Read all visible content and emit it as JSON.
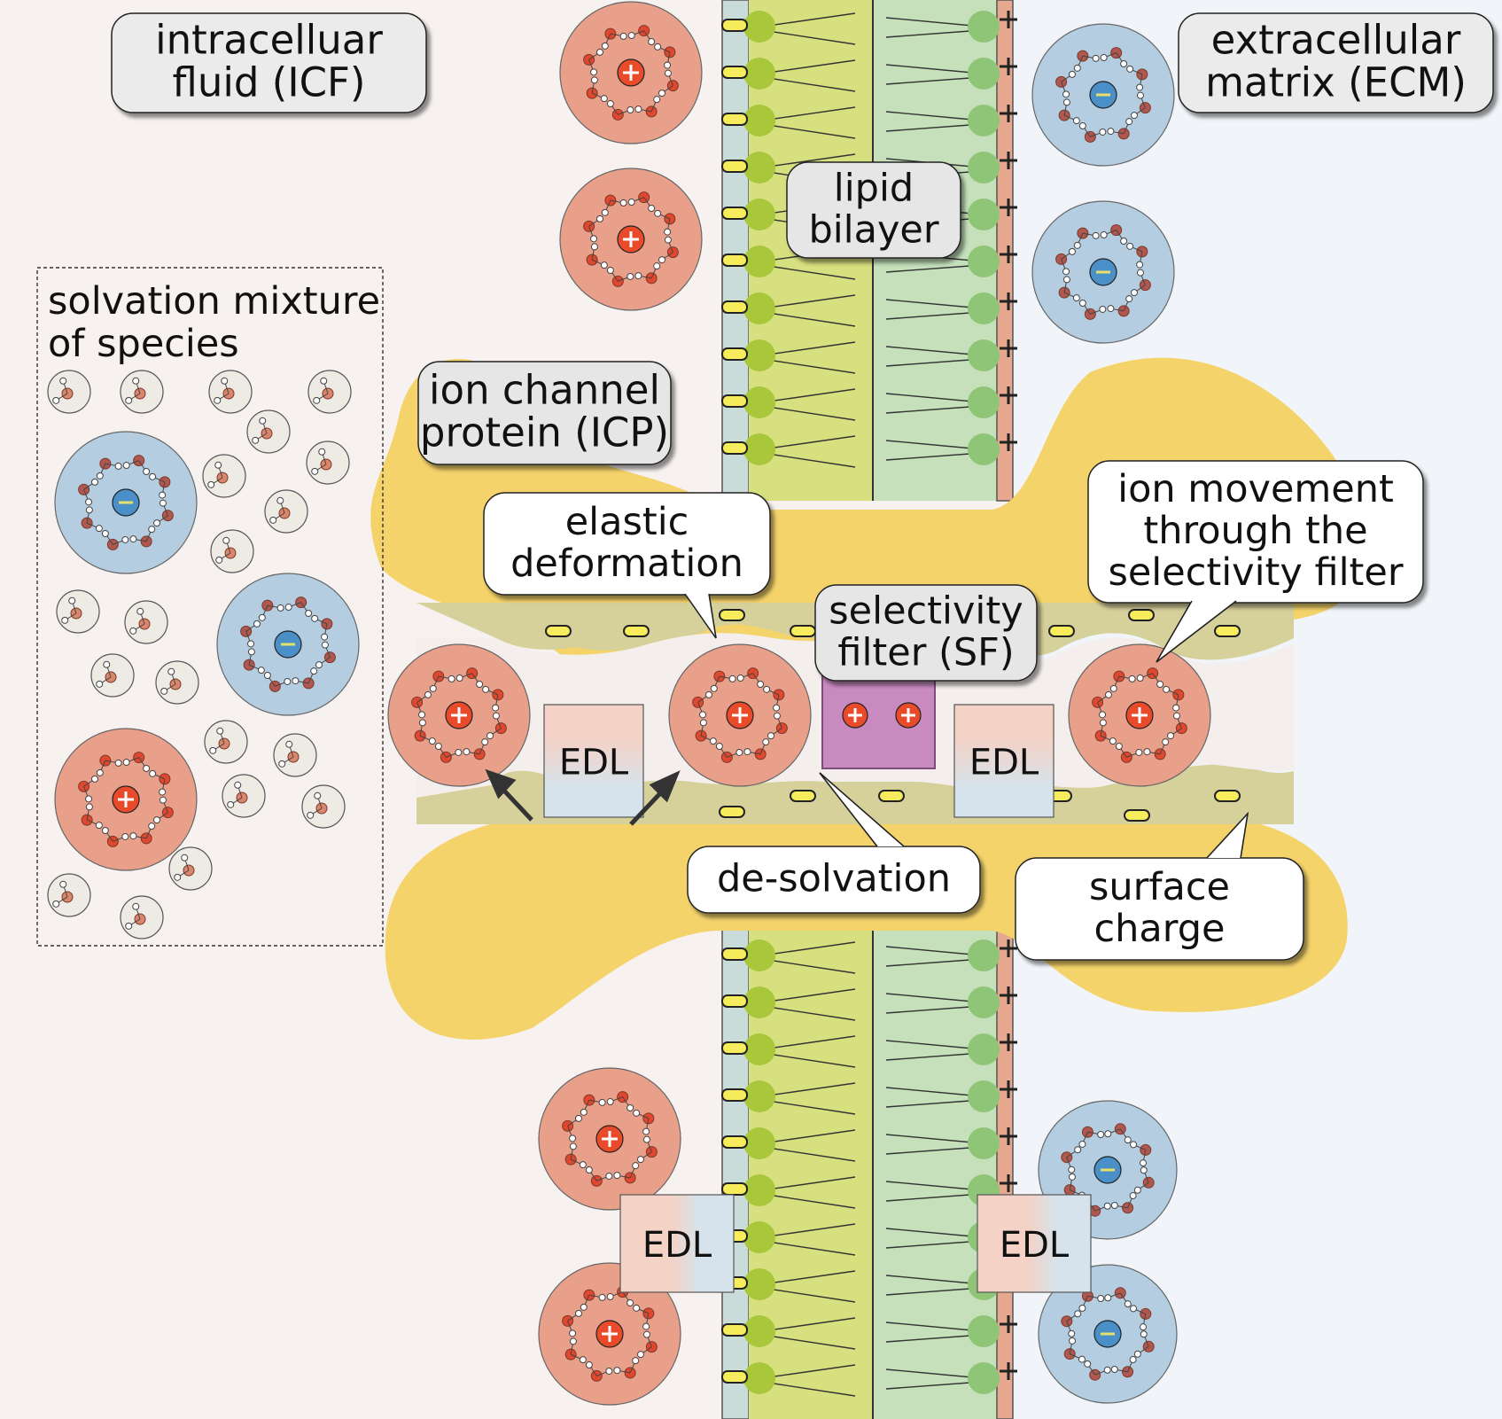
{
  "labels": {
    "icf": [
      "intracelluar",
      "fluid (ICF)"
    ],
    "ecm": [
      "extracellular",
      "matrix (ECM)"
    ],
    "lipid": [
      "lipid",
      "bilayer"
    ],
    "solvation": [
      "solvation mixture",
      "of species"
    ],
    "icp": [
      "ion channel",
      "protein (ICP)"
    ],
    "elastic": [
      "elastic",
      "deformation"
    ],
    "selectivity": [
      "selectivity",
      "filter (SF)"
    ],
    "movement": [
      "ion movement",
      "through the",
      "selectivity filter"
    ],
    "desolvation": "de-solvation",
    "surface": [
      "surface",
      "charge"
    ],
    "edl": "EDL"
  },
  "colors": {
    "icf_bg": "#f7f2f0",
    "ecm_bg": "#f1f5f9",
    "protein": "#f4d36b",
    "pore_wall": "#d6d09b",
    "lipid_inner": "#d6e07e",
    "lipid_outer": "#c5e0bb",
    "cation": "#e8a08a",
    "anion": "#b4cde0",
    "water": "#eeebe5",
    "negative_charge": "#f7ec5c",
    "filter": "#c98ac0"
  },
  "symbols": {
    "plus": "+",
    "minus": "−"
  }
}
